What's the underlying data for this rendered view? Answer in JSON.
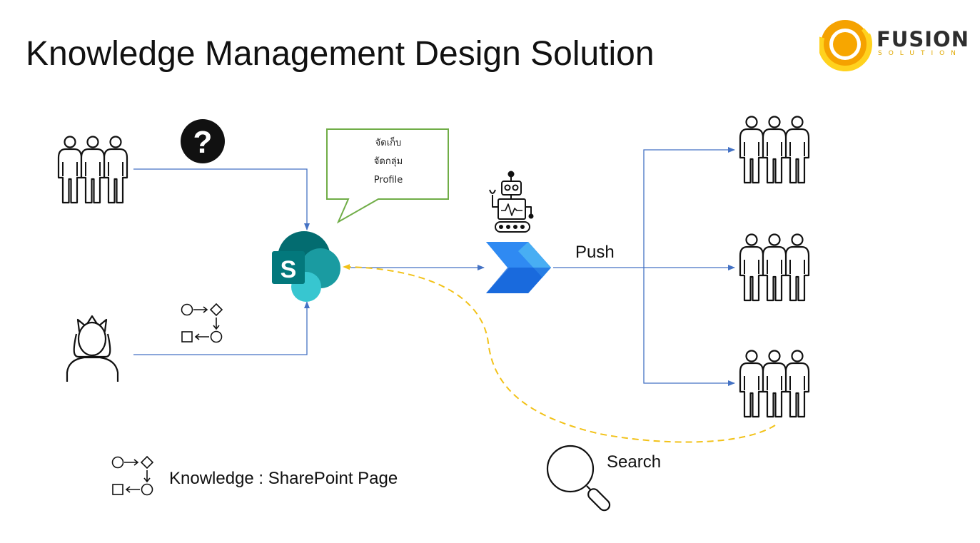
{
  "slide": {
    "title": "Knowledge Management Design Solution"
  },
  "logo": {
    "name": "FUSION",
    "tagline": "SOLUTION"
  },
  "callout": {
    "lines": [
      "จัดเก็บ",
      "จัดกลุ่ม",
      "Profile"
    ]
  },
  "labels": {
    "push": "Push",
    "search": "Search",
    "legend": "Knowledge : SharePoint Page",
    "sharepoint_letter": "S",
    "question_mark": "?"
  },
  "colors": {
    "connector_blue": "#4472c4",
    "search_dashed": "#f2c219",
    "callout_border": "#70ad47",
    "sharepoint_dark": "#036c70",
    "sharepoint_teal": "#1a9ba1",
    "sharepoint_light": "#37c6d0",
    "automate_dark": "#0f5bd4",
    "automate_light": "#4cb4f3",
    "logo_orange": "#f5a200",
    "logo_yellow": "#ffd21e"
  },
  "icons": [
    "people-group-icon",
    "question-icon",
    "process-flow-icon",
    "queen-icon",
    "sharepoint-icon",
    "robot-icon",
    "power-automate-icon",
    "magnifier-icon"
  ]
}
